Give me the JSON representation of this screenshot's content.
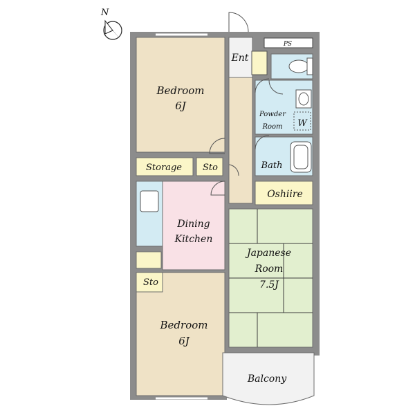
{
  "compass": {
    "label": "N"
  },
  "rooms": {
    "bedroom_top": {
      "name": "Bedroom",
      "size": "6J"
    },
    "bedroom_bottom": {
      "name": "Bedroom",
      "size": "6J"
    },
    "storage": {
      "name": "Storage"
    },
    "sto_top": {
      "name": "Sto"
    },
    "sto_bottom": {
      "name": "Sto"
    },
    "entrance": {
      "name": "Ent"
    },
    "powder_room": {
      "line1": "Powder",
      "line2": "Room",
      "washer": "W"
    },
    "bath": {
      "name": "Bath"
    },
    "oshiire": {
      "name": "Oshiire"
    },
    "dining_kitchen": {
      "line1": "Dining",
      "line2": "Kitchen"
    },
    "japanese_room": {
      "line1": "Japanese",
      "line2": "Room",
      "size": "7.5J"
    },
    "balcony": {
      "name": "Balcony"
    },
    "pipe_space": {
      "name": "PS"
    }
  },
  "colors": {
    "wood_floor": "#EFE2C6",
    "tatami": "#E2EFCF",
    "kitchen": "#F9E1E6",
    "water_area": "#D3EBF3",
    "closet": "#FBF6C8",
    "corridor": "#EFE2C6",
    "balcony": "#F2F2F2",
    "wall": "#8C8C8C"
  }
}
